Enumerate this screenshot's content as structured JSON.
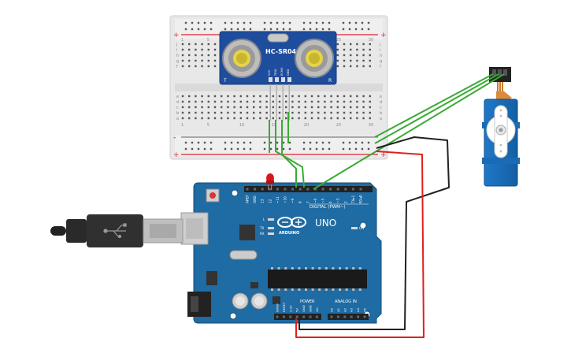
{
  "sensor": {
    "model": "HC-SR04",
    "pins": [
      "VCC",
      "TRIG",
      "ECHO",
      "GND"
    ],
    "left_mark": "T",
    "right_mark": "R"
  },
  "breadboard": {
    "row_letters_top": [
      "j",
      "i",
      "h",
      "g",
      "f"
    ],
    "row_letters_bottom": [
      "e",
      "d",
      "c",
      "b",
      "a"
    ],
    "column_numbers": [
      "1",
      "5",
      "10",
      "15",
      "20",
      "25",
      "30"
    ],
    "rail_plus": "+",
    "rail_minus": "-"
  },
  "arduino": {
    "brand": "ARDUINO",
    "model": "UNO",
    "digital_label": "DIGITAL (PWM~)",
    "power_label": "POWER",
    "analog_label": "ANALOG IN",
    "digital_pins": [
      "AREF",
      "GND",
      "13",
      "12",
      "~11",
      "~10",
      "~9",
      "8",
      "7",
      "~6",
      "~5",
      "4",
      "~3",
      "2",
      "TX▸1",
      "RX◂0"
    ],
    "power_pins": [
      "IOREF",
      "RESET",
      "3.3V",
      "5V",
      "GND",
      "GND",
      "Vin"
    ],
    "analog_pins": [
      "A0",
      "A1",
      "A2",
      "A3",
      "A4",
      "A5"
    ],
    "led_l": "L",
    "led_tx": "TX",
    "led_rx": "RX",
    "led_on": "ON"
  },
  "wire_colors": {
    "signal": "#3aaa35",
    "power": "#e02020",
    "ground": "#222222"
  }
}
